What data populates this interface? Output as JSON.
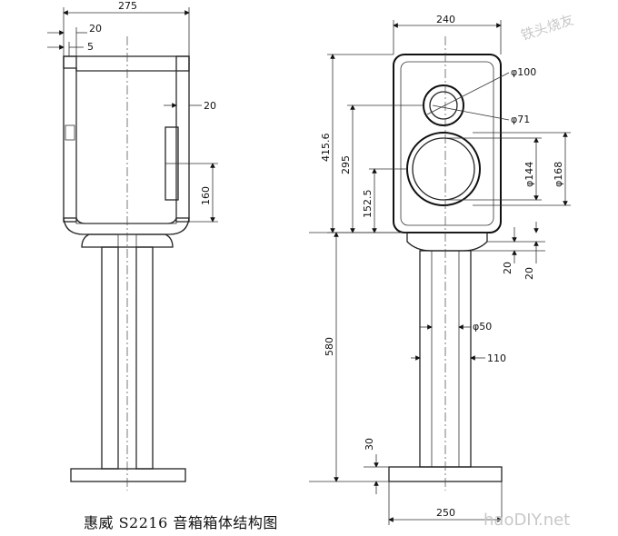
{
  "caption": "惠威 S2216 音箱箱体结构图",
  "watermark_top": "铁头烧友",
  "watermark_bottom": "haoDIY.net",
  "left_view": {
    "dim_width": "275",
    "dim_wall_a": "20",
    "dim_wall_b": "5",
    "dim_side": "20",
    "dim_port_height": "160"
  },
  "right_view": {
    "dim_width": "240",
    "dim_tweeter_outer": "φ100",
    "dim_tweeter_inner": "φ71",
    "dim_box_height": "415.6",
    "dim_tweeter_pos": "295",
    "dim_woofer_pos": "152.5",
    "dim_woofer_inner": "φ144",
    "dim_woofer_outer": "φ168",
    "dim_plinth_a": "20",
    "dim_plinth_b": "20",
    "dim_tube": "φ50",
    "dim_column": "110",
    "dim_total_height": "580",
    "dim_base_thickness": "30",
    "dim_base_width": "250"
  }
}
